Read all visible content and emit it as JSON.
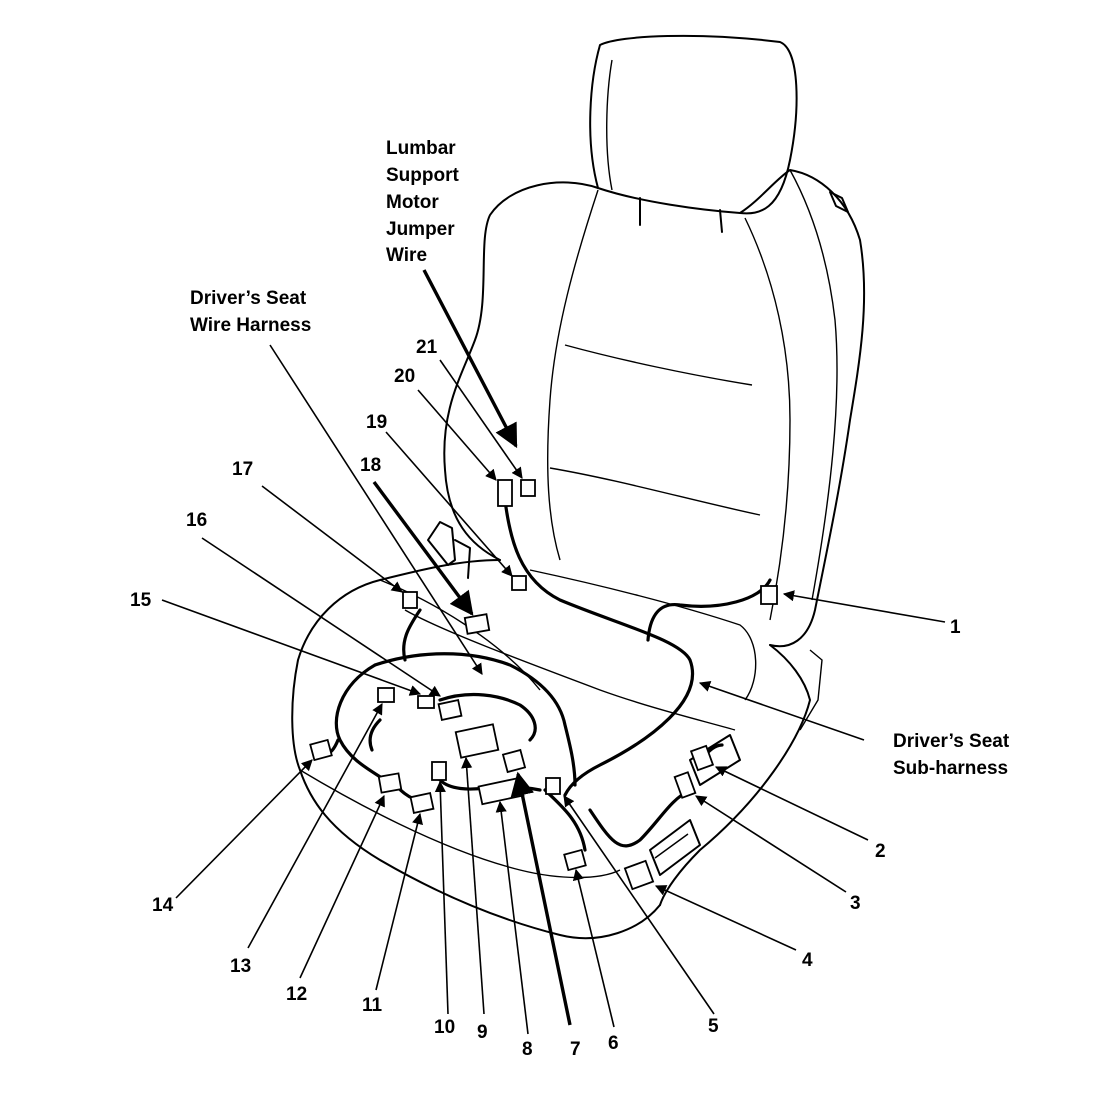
{
  "labels": {
    "lumbar": [
      "Lumbar",
      "Support",
      "Motor",
      "Jumper",
      "Wire"
    ],
    "harness": [
      "Driver’s Seat",
      "Wire Harness"
    ],
    "subharness": [
      "Driver’s Seat",
      "Sub-harness"
    ]
  },
  "callouts": [
    "1",
    "2",
    "3",
    "4",
    "5",
    "6",
    "7",
    "8",
    "9",
    "10",
    "11",
    "12",
    "13",
    "14",
    "15",
    "16",
    "17",
    "18",
    "19",
    "20",
    "21"
  ],
  "colors": {
    "line": "#000000",
    "background": "#ffffff"
  }
}
